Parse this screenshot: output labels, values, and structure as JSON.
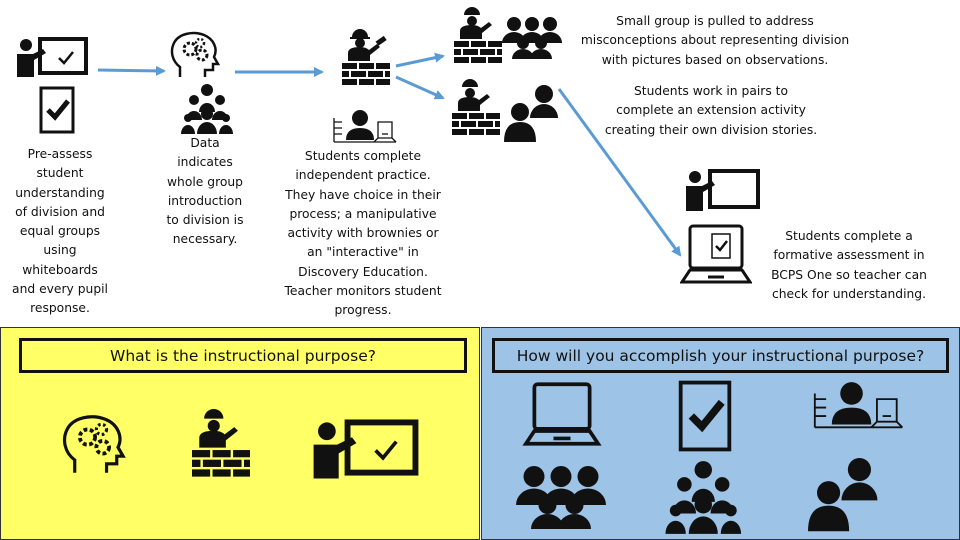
{
  "steps": {
    "pre_assess": [
      "Pre-assess",
      "student",
      "understanding",
      "of division and",
      "equal groups",
      "using",
      "whiteboards",
      "and every pupil",
      "response."
    ],
    "data": [
      "Data",
      "indicates",
      "whole group",
      "introduction",
      "to division is",
      "necessary."
    ],
    "independent": [
      "Students complete",
      "independent practice.",
      "They have choice in their",
      "process; a manipulative",
      "activity with brownies or",
      "an \"interactive\" in",
      "Discovery Education.",
      "Teacher monitors student",
      "progress."
    ],
    "small_group": [
      "Small group is pulled to address",
      "misconceptions about representing division",
      "with pictures based on observations."
    ],
    "pairs": [
      "Students work in pairs to",
      "complete an extension activity",
      "creating their own division stories."
    ],
    "formative": [
      "Students complete a",
      "formative assessment in",
      "BCPS One so teacher can",
      "check for understanding."
    ]
  },
  "questions": {
    "purpose": "What is the instructional purpose?",
    "accomplish": "How will you accomplish your instructional purpose?"
  },
  "colors": {
    "arrow": "#5b9bd5",
    "left_panel": "#ffff66",
    "right_panel": "#9dc3e6"
  },
  "icons": [
    "teacher-board-icon",
    "checklist-icon",
    "brain-gears-icon",
    "group-icon",
    "worker-wall-icon",
    "student-laptop-icon",
    "pair-icon",
    "laptop-icon"
  ]
}
